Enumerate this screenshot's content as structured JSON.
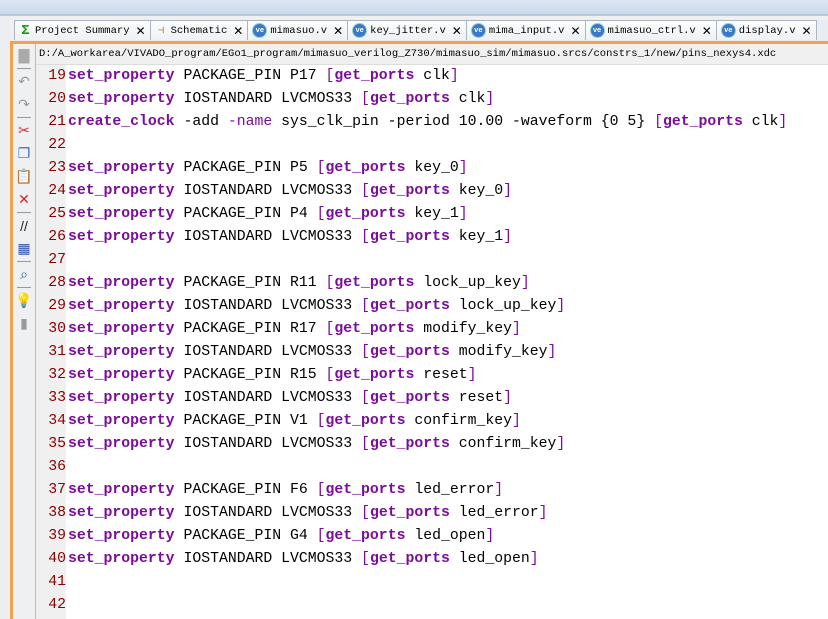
{
  "tabs": [
    {
      "label": "Project Summary",
      "icon": "sigma-icon"
    },
    {
      "label": "Schematic",
      "icon": "schematic-icon"
    },
    {
      "label": "mimasuo.v",
      "icon": "verilog-file-icon"
    },
    {
      "label": "key_jitter.v",
      "icon": "verilog-file-icon"
    },
    {
      "label": "mima_input.v",
      "icon": "verilog-file-icon"
    },
    {
      "label": "mimasuo_ctrl.v",
      "icon": "verilog-file-icon"
    },
    {
      "label": "display.v",
      "icon": "verilog-file-icon"
    }
  ],
  "close_glyph": "✕",
  "file_path": "D:/A_workarea/VIVADO_program/EGo1_program/mimasuo_verilog_Z730/mimasuo_sim/mimasuo.srcs/constrs_1/new/pins_nexys4.xdc",
  "toolbar": [
    "save-icon",
    "undo-icon",
    "redo-icon",
    "cut-icon",
    "copy-icon",
    "paste-icon",
    "delete-icon",
    "comment-icon",
    "select-block-icon",
    "find-icon",
    "hint-bulb-icon",
    "tools-icon"
  ],
  "lines": [
    {
      "n": "19",
      "t": [
        [
          "kw",
          "set_property"
        ],
        [
          "tx",
          " PACKAGE_PIN P17 "
        ],
        [
          "op",
          "["
        ],
        [
          "kw",
          "get_ports"
        ],
        [
          "tx",
          " clk"
        ],
        [
          "op",
          "]"
        ]
      ]
    },
    {
      "n": "20",
      "t": [
        [
          "kw",
          "set_property"
        ],
        [
          "tx",
          " IOSTANDARD LVCMOS33 "
        ],
        [
          "op",
          "["
        ],
        [
          "kw",
          "get_ports"
        ],
        [
          "tx",
          " clk"
        ],
        [
          "op",
          "]"
        ]
      ]
    },
    {
      "n": "21",
      "t": [
        [
          "kw",
          "create_clock"
        ],
        [
          "tx",
          " -add "
        ],
        [
          "op",
          "-name"
        ],
        [
          "tx",
          " sys_clk_pin -period 10.00 -waveform {0 5} "
        ],
        [
          "op",
          "["
        ],
        [
          "kw",
          "get_ports"
        ],
        [
          "tx",
          " clk"
        ],
        [
          "op",
          "]"
        ]
      ]
    },
    {
      "n": "22",
      "t": []
    },
    {
      "n": "23",
      "t": [
        [
          "kw",
          "set_property"
        ],
        [
          "tx",
          " PACKAGE_PIN P5 "
        ],
        [
          "op",
          "["
        ],
        [
          "kw",
          "get_ports"
        ],
        [
          "tx",
          " key_0"
        ],
        [
          "op",
          "]"
        ]
      ]
    },
    {
      "n": "24",
      "t": [
        [
          "kw",
          "set_property"
        ],
        [
          "tx",
          " IOSTANDARD LVCMOS33 "
        ],
        [
          "op",
          "["
        ],
        [
          "kw",
          "get_ports"
        ],
        [
          "tx",
          " key_0"
        ],
        [
          "op",
          "]"
        ]
      ]
    },
    {
      "n": "25",
      "t": [
        [
          "kw",
          "set_property"
        ],
        [
          "tx",
          " PACKAGE_PIN P4 "
        ],
        [
          "op",
          "["
        ],
        [
          "kw",
          "get_ports"
        ],
        [
          "tx",
          " key_1"
        ],
        [
          "op",
          "]"
        ]
      ]
    },
    {
      "n": "26",
      "t": [
        [
          "kw",
          "set_property"
        ],
        [
          "tx",
          " IOSTANDARD LVCMOS33 "
        ],
        [
          "op",
          "["
        ],
        [
          "kw",
          "get_ports"
        ],
        [
          "tx",
          " key_1"
        ],
        [
          "op",
          "]"
        ]
      ]
    },
    {
      "n": "27",
      "t": []
    },
    {
      "n": "28",
      "t": [
        [
          "kw",
          "set_property"
        ],
        [
          "tx",
          " PACKAGE_PIN R11 "
        ],
        [
          "op",
          "["
        ],
        [
          "kw",
          "get_ports"
        ],
        [
          "tx",
          " lock_up_key"
        ],
        [
          "op",
          "]"
        ]
      ]
    },
    {
      "n": "29",
      "t": [
        [
          "kw",
          "set_property"
        ],
        [
          "tx",
          " IOSTANDARD LVCMOS33 "
        ],
        [
          "op",
          "["
        ],
        [
          "kw",
          "get_ports"
        ],
        [
          "tx",
          " lock_up_key"
        ],
        [
          "op",
          "]"
        ]
      ]
    },
    {
      "n": "30",
      "t": [
        [
          "kw",
          "set_property"
        ],
        [
          "tx",
          " PACKAGE_PIN R17 "
        ],
        [
          "op",
          "["
        ],
        [
          "kw",
          "get_ports"
        ],
        [
          "tx",
          " modify_key"
        ],
        [
          "op",
          "]"
        ]
      ]
    },
    {
      "n": "31",
      "t": [
        [
          "kw",
          "set_property"
        ],
        [
          "tx",
          " IOSTANDARD LVCMOS33 "
        ],
        [
          "op",
          "["
        ],
        [
          "kw",
          "get_ports"
        ],
        [
          "tx",
          " modify_key"
        ],
        [
          "op",
          "]"
        ]
      ]
    },
    {
      "n": "32",
      "t": [
        [
          "kw",
          "set_property"
        ],
        [
          "tx",
          " PACKAGE_PIN R15 "
        ],
        [
          "op",
          "["
        ],
        [
          "kw",
          "get_ports"
        ],
        [
          "tx",
          " reset"
        ],
        [
          "op",
          "]"
        ]
      ]
    },
    {
      "n": "33",
      "t": [
        [
          "kw",
          "set_property"
        ],
        [
          "tx",
          " IOSTANDARD LVCMOS33 "
        ],
        [
          "op",
          "["
        ],
        [
          "kw",
          "get_ports"
        ],
        [
          "tx",
          " reset"
        ],
        [
          "op",
          "]"
        ]
      ]
    },
    {
      "n": "34",
      "t": [
        [
          "kw",
          "set_property"
        ],
        [
          "tx",
          " PACKAGE_PIN V1 "
        ],
        [
          "op",
          "["
        ],
        [
          "kw",
          "get_ports"
        ],
        [
          "tx",
          " confirm_key"
        ],
        [
          "op",
          "]"
        ]
      ]
    },
    {
      "n": "35",
      "t": [
        [
          "kw",
          "set_property"
        ],
        [
          "tx",
          " IOSTANDARD LVCMOS33 "
        ],
        [
          "op",
          "["
        ],
        [
          "kw",
          "get_ports"
        ],
        [
          "tx",
          " confirm_key"
        ],
        [
          "op",
          "]"
        ]
      ]
    },
    {
      "n": "36",
      "t": []
    },
    {
      "n": "37",
      "t": [
        [
          "kw",
          "set_property"
        ],
        [
          "tx",
          " PACKAGE_PIN F6 "
        ],
        [
          "op",
          "["
        ],
        [
          "kw",
          "get_ports"
        ],
        [
          "tx",
          " led_error"
        ],
        [
          "op",
          "]"
        ]
      ]
    },
    {
      "n": "38",
      "t": [
        [
          "kw",
          "set_property"
        ],
        [
          "tx",
          " IOSTANDARD LVCMOS33 "
        ],
        [
          "op",
          "["
        ],
        [
          "kw",
          "get_ports"
        ],
        [
          "tx",
          " led_error"
        ],
        [
          "op",
          "]"
        ]
      ]
    },
    {
      "n": "39",
      "t": [
        [
          "kw",
          "set_property"
        ],
        [
          "tx",
          " PACKAGE_PIN G4 "
        ],
        [
          "op",
          "["
        ],
        [
          "kw",
          "get_ports"
        ],
        [
          "tx",
          " led_open"
        ],
        [
          "op",
          "]"
        ]
      ]
    },
    {
      "n": "40",
      "t": [
        [
          "kw",
          "set_property"
        ],
        [
          "tx",
          " IOSTANDARD LVCMOS33 "
        ],
        [
          "op",
          "["
        ],
        [
          "kw",
          "get_ports"
        ],
        [
          "tx",
          " led_open"
        ],
        [
          "op",
          "]"
        ]
      ]
    },
    {
      "n": "41",
      "t": []
    },
    {
      "n": "42",
      "t": []
    }
  ],
  "colors": {
    "keyword": "#7b0d9b",
    "line_number": "#8b0000",
    "active_border": "#f4a14a"
  }
}
